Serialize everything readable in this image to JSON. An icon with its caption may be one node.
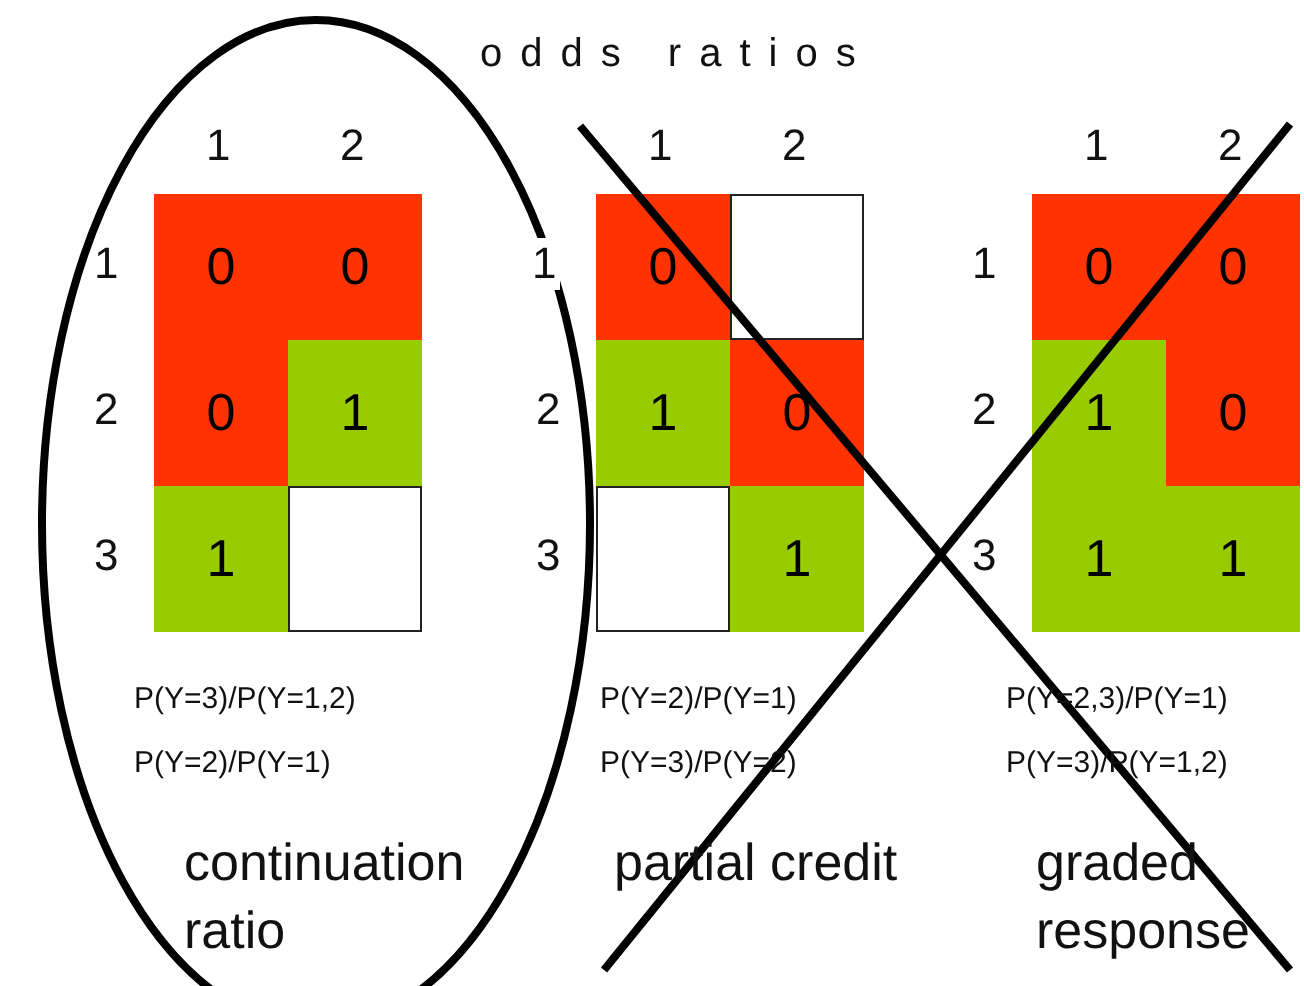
{
  "diagram": {
    "labels": [
      "odds ratios",
      "1",
      "2",
      "1",
      "0",
      "0",
      "2",
      "0",
      "1",
      "3",
      "1",
      "P(Y=3)/P(Y=1,2)",
      "P(Y=2)/P(Y=1)",
      "continuation ratio",
      "1",
      "2",
      "1",
      "0",
      "2",
      "1",
      "0",
      "3",
      "1",
      "P(Y=2)/P(Y=1)",
      "P(Y=3)/P(Y=2)",
      "partial credit",
      "1",
      "2",
      "1",
      "0",
      "0",
      "2",
      "1",
      "0",
      "3",
      "1",
      "1",
      "P(Y=2,3)/P(Y=1)",
      "P(Y=3)/P(Y=1,2)",
      "graded response"
    ]
  }
}
